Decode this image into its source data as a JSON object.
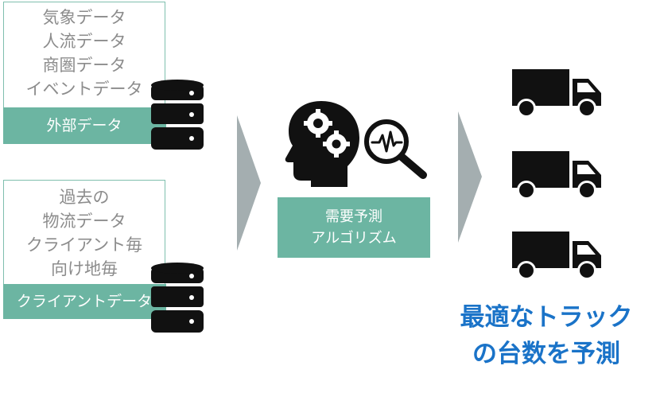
{
  "external_panel": {
    "lines": [
      "気象データ",
      "人流データ",
      "商圏データ",
      "イベントデータ"
    ],
    "label": "外部データ"
  },
  "client_panel": {
    "lines": [
      "過去の",
      "物流データ",
      "クライアント毎",
      "向け地毎"
    ],
    "label": "クライアントデータ"
  },
  "algorithm_box": {
    "lines": [
      "需要予測",
      "アルゴリズム"
    ]
  },
  "result_text": {
    "lines": [
      "最適なトラック",
      "の台数を予測"
    ]
  },
  "icons": [
    "database-icon",
    "chevron-arrow-icon",
    "brain-gears-icon",
    "magnifier-pulse-icon",
    "truck-icon"
  ],
  "colors": {
    "accent_green": "#6cb5a2",
    "panel_border": "#7fbfae",
    "gray_text": "#8c8c8c",
    "arrow_gray": "#a4aeb0",
    "result_blue": "#1a73c8",
    "icon_black": "#111111"
  }
}
